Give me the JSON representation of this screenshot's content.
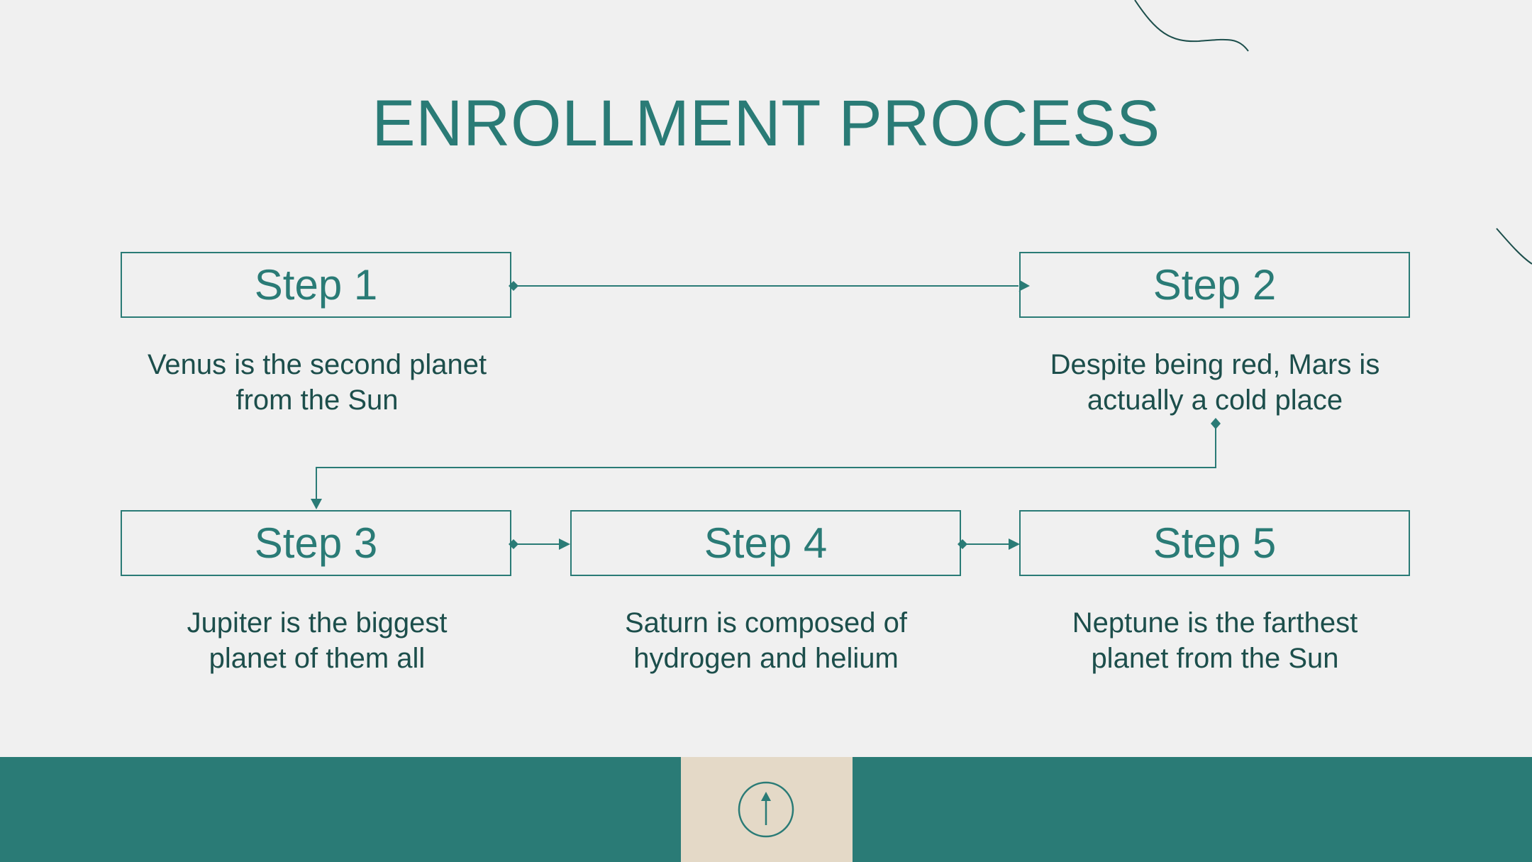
{
  "title": "ENROLLMENT PROCESS",
  "colors": {
    "accent": "#2a7b76",
    "text": "#1c4e4b",
    "background": "#f0f0f0",
    "footer_center": "#e4d9c7"
  },
  "steps": [
    {
      "label": "Step 1",
      "description_line1": "Venus is the second planet",
      "description_line2": "from the Sun"
    },
    {
      "label": "Step 2",
      "description_line1": "Despite being red, Mars is",
      "description_line2": "actually a cold place"
    },
    {
      "label": "Step 3",
      "description_line1": "Jupiter is the biggest",
      "description_line2": "planet of them all"
    },
    {
      "label": "Step 4",
      "description_line1": "Saturn is composed of",
      "description_line2": "hydrogen and helium"
    },
    {
      "label": "Step 5",
      "description_line1": "Neptune is the farthest",
      "description_line2": "planet from the Sun"
    }
  ],
  "footer": {
    "button_icon": "arrow-up-icon"
  }
}
